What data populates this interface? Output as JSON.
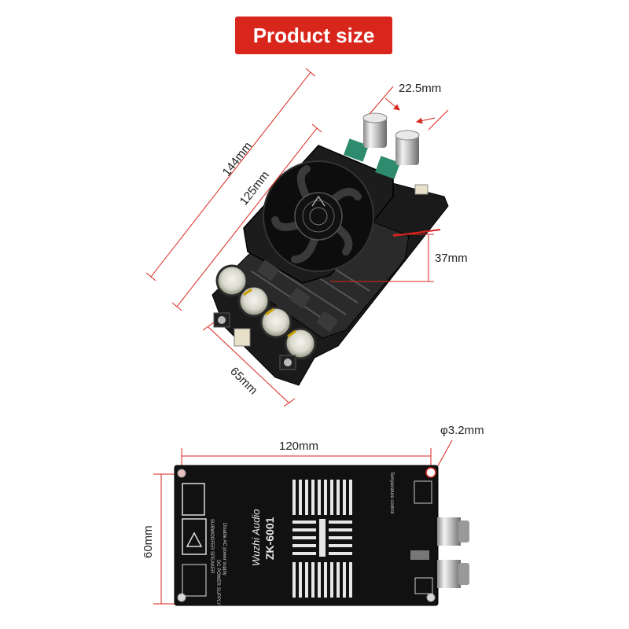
{
  "header": {
    "title": "Product size"
  },
  "top_view": {
    "dims": {
      "length_outer": "144mm",
      "length_inner": "125mm",
      "knob_spacing": "22.5mm",
      "height": "37mm",
      "width": "65mm"
    }
  },
  "bottom_view": {
    "dims": {
      "width": "120mm",
      "hole": "φ3.2mm",
      "height": "60mm"
    },
    "board": {
      "model": "ZK-6001",
      "brand": "Wuzhi Audio",
      "label_subwoofer": "SUBWOOFER SPEAKER",
      "label_power": "DC POWER SUPPLY",
      "label_disable": "Disable AC power supply",
      "label_temp": "Temperature control"
    }
  },
  "colors": {
    "title_bg": "#d9261c",
    "dimension_line": "#c0392b",
    "board": "#111111"
  }
}
